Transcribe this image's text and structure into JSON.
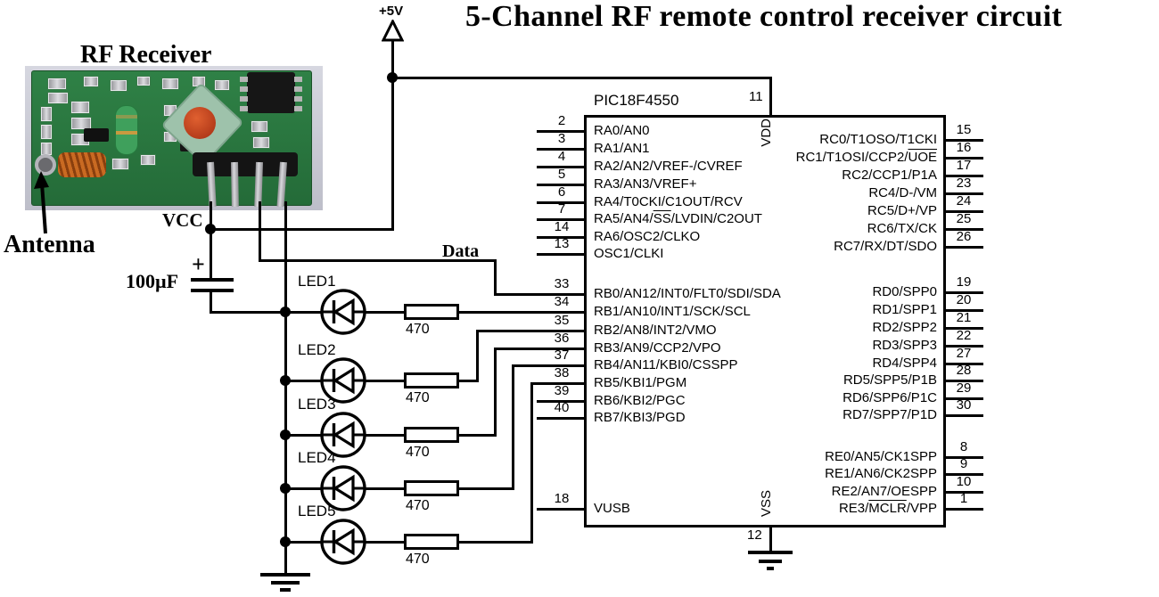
{
  "title": "5-Channel RF remote control receiver circuit",
  "module": {
    "label": "RF Receiver",
    "antenna_label": "Antenna",
    "vcc_label": "VCC"
  },
  "power": {
    "supply_label": "+5V",
    "capacitor_value": "100µF",
    "capacitor_polarity": "+",
    "data_label": "Data"
  },
  "ic": {
    "name": "PIC18F4550",
    "top_pin": {
      "num": "11",
      "label": "VDD"
    },
    "bottom_pin": {
      "num": "12",
      "label": "VSS"
    },
    "left_pins": [
      {
        "num": "2",
        "pre": "RA0/AN0"
      },
      {
        "num": "3",
        "pre": "RA1/AN1"
      },
      {
        "num": "4",
        "pre": "RA2/AN2/VREF-/CVREF"
      },
      {
        "num": "5",
        "pre": "RA3/AN3/VREF+"
      },
      {
        "num": "6",
        "pre": "RA4/T0CKI/C1OUT/RCV"
      },
      {
        "num": "7",
        "pre": "RA5/AN4/",
        "over": "SS",
        "post": "/LVDIN/C2OUT"
      },
      {
        "num": "14",
        "pre": "RA6/OSC2/CLKO"
      },
      {
        "num": "13",
        "pre": "OSC1/CLKI"
      },
      {
        "num": "33",
        "pre": "RB0/AN12/INT0/FLT0/SDI/SDA"
      },
      {
        "num": "34",
        "pre": "RB1/AN10/INT1/SCK/SCL"
      },
      {
        "num": "35",
        "pre": "RB2/AN8/INT2/VMO"
      },
      {
        "num": "36",
        "pre": "RB3/AN9/CCP2/VPO"
      },
      {
        "num": "37",
        "pre": "RB4/AN11/KBI0/CSSPP"
      },
      {
        "num": "38",
        "pre": "RB5/KBI1/PGM"
      },
      {
        "num": "39",
        "pre": "RB6/KBI2/PGC"
      },
      {
        "num": "40",
        "pre": "RB7/KBI3/PGD"
      },
      {
        "num": "18",
        "pre": "VUSB"
      }
    ],
    "right_pins": [
      {
        "num": "15",
        "pre": "RC0/T1OSO/T1CKI"
      },
      {
        "num": "16",
        "pre": "RC1/T1OSI/CCP2/",
        "over": "UOE"
      },
      {
        "num": "17",
        "pre": "RC2/CCP1/P1A"
      },
      {
        "num": "23",
        "pre": "RC4/D-/VM"
      },
      {
        "num": "24",
        "pre": "RC5/D+/VP"
      },
      {
        "num": "25",
        "pre": "RC6/TX/CK"
      },
      {
        "num": "26",
        "pre": "RC7/RX/DT/SDO"
      },
      {
        "num": "19",
        "pre": "RD0/SPP0"
      },
      {
        "num": "20",
        "pre": "RD1/SPP1"
      },
      {
        "num": "21",
        "pre": "RD2/SPP2"
      },
      {
        "num": "22",
        "pre": "RD3/SPP3"
      },
      {
        "num": "27",
        "pre": "RD4/SPP4"
      },
      {
        "num": "28",
        "pre": "RD5/SPP5/P1B"
      },
      {
        "num": "29",
        "pre": "RD6/SPP6/P1C"
      },
      {
        "num": "30",
        "pre": "RD7/SPP7/P1D"
      },
      {
        "num": "8",
        "pre": "RE0/AN5/CK1SPP"
      },
      {
        "num": "9",
        "pre": "RE1/AN6/CK2SPP"
      },
      {
        "num": "10",
        "pre": "RE2/AN7/OESPP"
      },
      {
        "num": "1",
        "pre": "RE3/",
        "over": "MCLR",
        "post": "/VPP"
      }
    ]
  },
  "leds": [
    {
      "name": "LED1",
      "resistor": "470"
    },
    {
      "name": "LED2",
      "resistor": "470"
    },
    {
      "name": "LED3",
      "resistor": "470"
    },
    {
      "name": "LED4",
      "resistor": "470"
    },
    {
      "name": "LED5",
      "resistor": "470"
    }
  ],
  "colors": {
    "wire": "#000000",
    "board_green": "#2e7f44",
    "coil_copper": "#c06020",
    "trimmer_core": "#c23a1e",
    "pin_silver": "#b9b9bd"
  }
}
